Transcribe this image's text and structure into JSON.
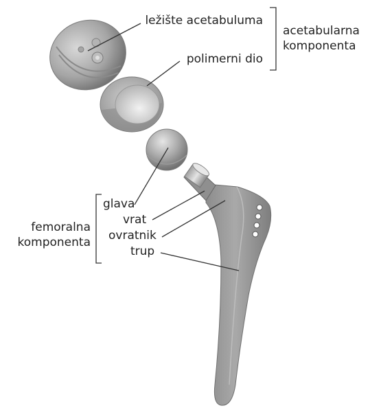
{
  "labels": {
    "liner_shell": "ležište acetabuluma",
    "polymer": "polimerni dio",
    "acetabular_group_line1": "acetabularna",
    "acetabular_group_line2": "komponenta",
    "head": "glava",
    "neck": "vrat",
    "collar": "ovratnik",
    "stem": "trup",
    "femoral_group_line1": "femoralna",
    "femoral_group_line2": "komponenta"
  },
  "colors": {
    "metal_light": "#c9c9c9",
    "metal_mid": "#9b9b9b",
    "metal_dark": "#6f6f6f",
    "line": "#333333"
  }
}
